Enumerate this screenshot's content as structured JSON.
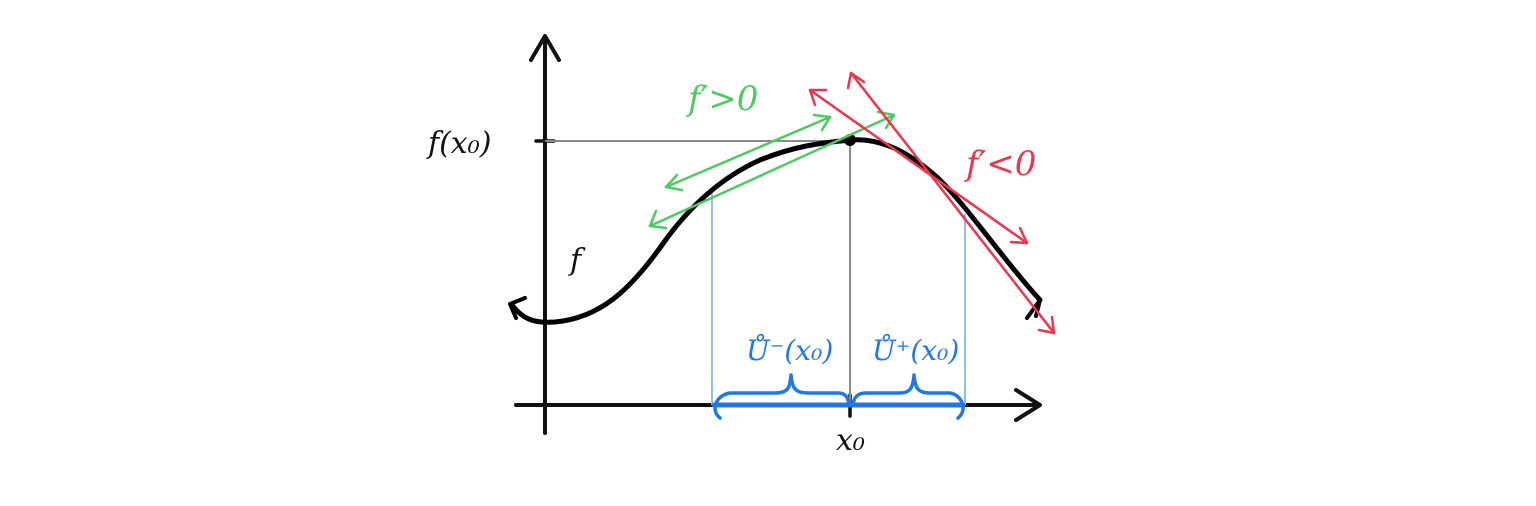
{
  "labels": {
    "function_name": "f",
    "y_tick": "f(x₀)",
    "x_tick": "x₀",
    "increasing": "f′>0",
    "decreasing": "f′<0",
    "left_neighborhood": "Ů⁻(x₀)",
    "right_neighborhood": "Ů⁺(x₀)"
  },
  "colors": {
    "axes": "#111111",
    "curve": "#000000",
    "guide": "#8a8a8a",
    "increasing": "#4ccb63",
    "decreasing": "#f0344b",
    "neighborhood": "#1f78e6",
    "neighborhood_bound": "#8ec0f4"
  }
}
